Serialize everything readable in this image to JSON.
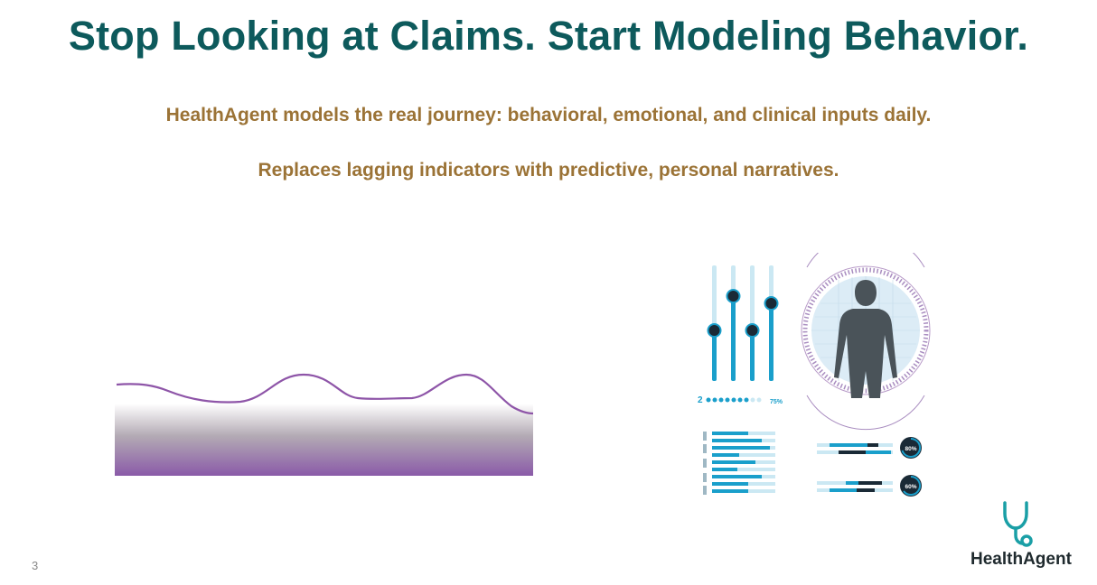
{
  "slide": {
    "title": "Stop Looking at Claims. Start Modeling Behavior.",
    "subtitle_1": "HealthAgent models the real journey: behavioral, emotional, and clinical inputs daily.",
    "subtitle_2": "Replaces lagging indicators with predictive, personal narratives.",
    "page_number": "3"
  },
  "brand": {
    "name": "HealthAgent",
    "logo_icon": "stethoscope-icon"
  },
  "infographic": {
    "hydration_count": "2",
    "hydration_percent": "75%",
    "gauge_1": "80%",
    "gauge_2": "60%"
  },
  "colors": {
    "title": "#0d5a5c",
    "subtitle": "#9b7336",
    "wave_line": "#8e55a8",
    "wave_fill": "#8a5aa8",
    "accent": "#1a9fcb",
    "body_figure": "#4a5359"
  }
}
